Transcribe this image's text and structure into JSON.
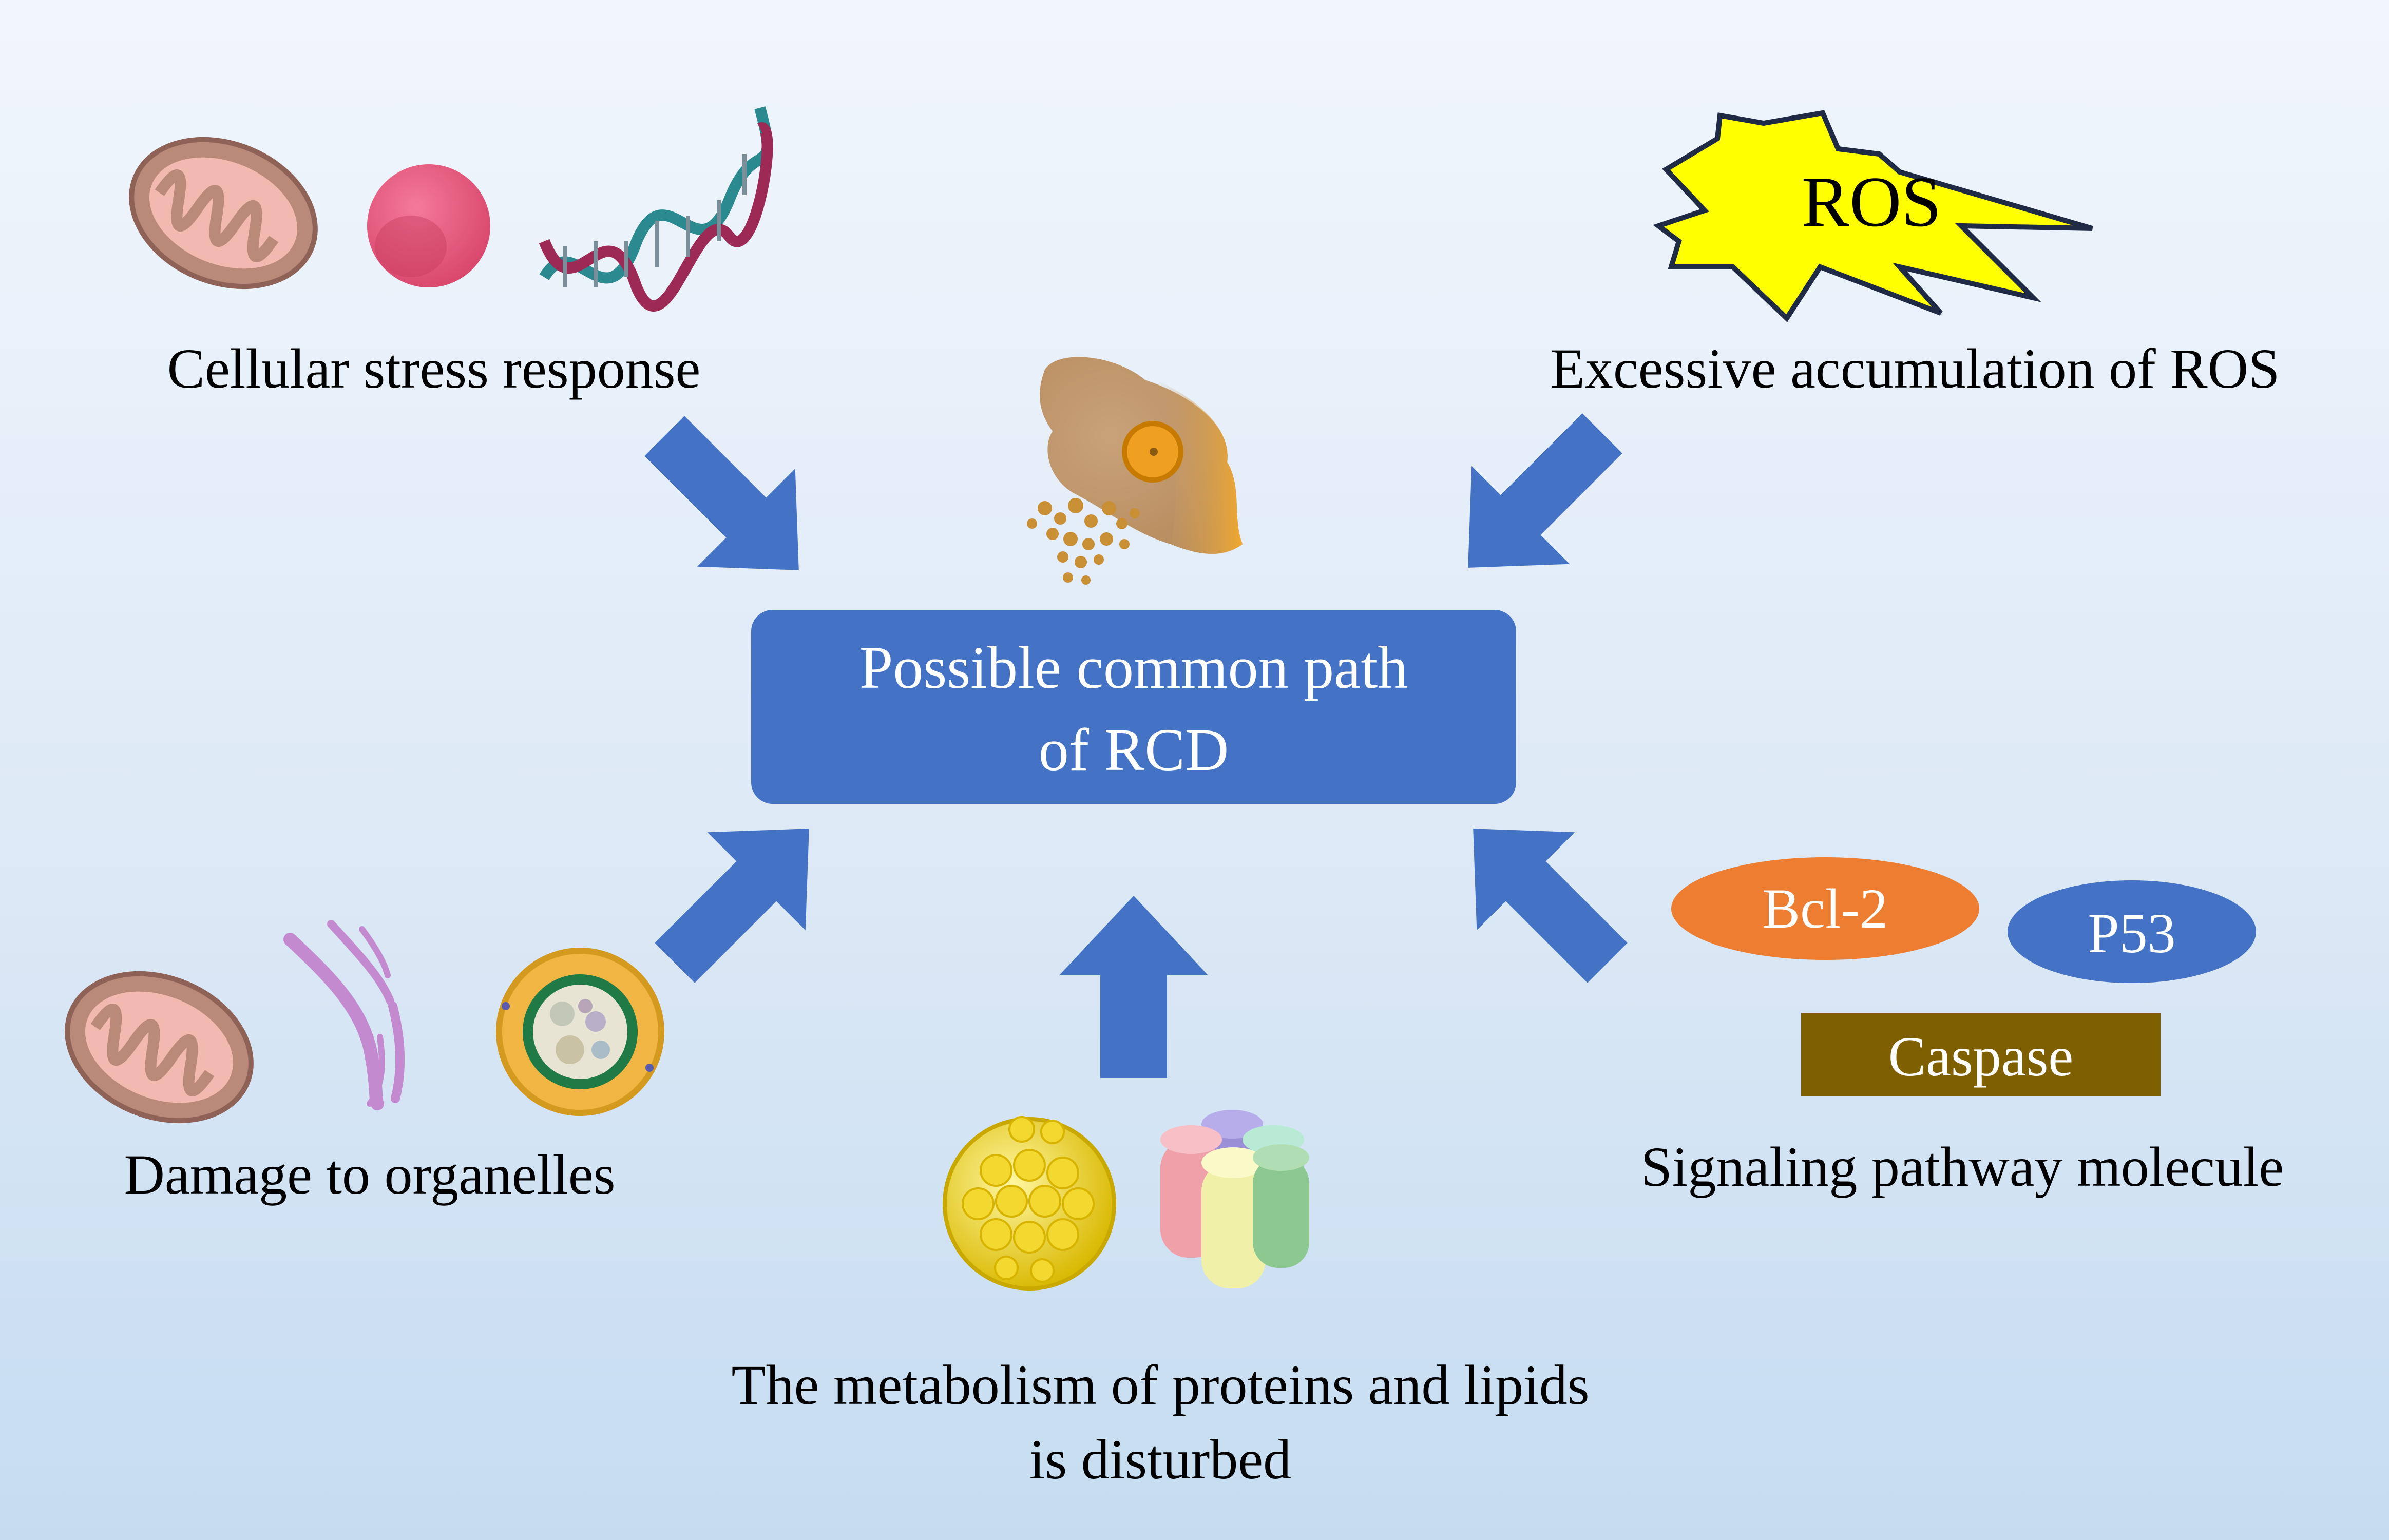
{
  "center": {
    "line1": "Possible common path",
    "line2": "of RCD"
  },
  "labels": {
    "cellular_stress": "Cellular stress response",
    "ros_accumulation": "Excessive accumulation of ROS",
    "organelle_damage": "Damage to organelles",
    "metabolism_line1": "The metabolism of proteins and lipids",
    "metabolism_line2": "is disturbed",
    "signaling": "Signaling pathway molecule"
  },
  "ros_burst": "ROS",
  "molecules": {
    "bcl2": "Bcl-2",
    "p53": "P53",
    "caspase": "Caspase"
  },
  "colors": {
    "box": "#4472c4",
    "arrow": "#4472c4",
    "bcl2": "#ed7d31",
    "p53": "#4472c4",
    "caspase": "#7f6000",
    "ros_fill": "#ffff00"
  }
}
